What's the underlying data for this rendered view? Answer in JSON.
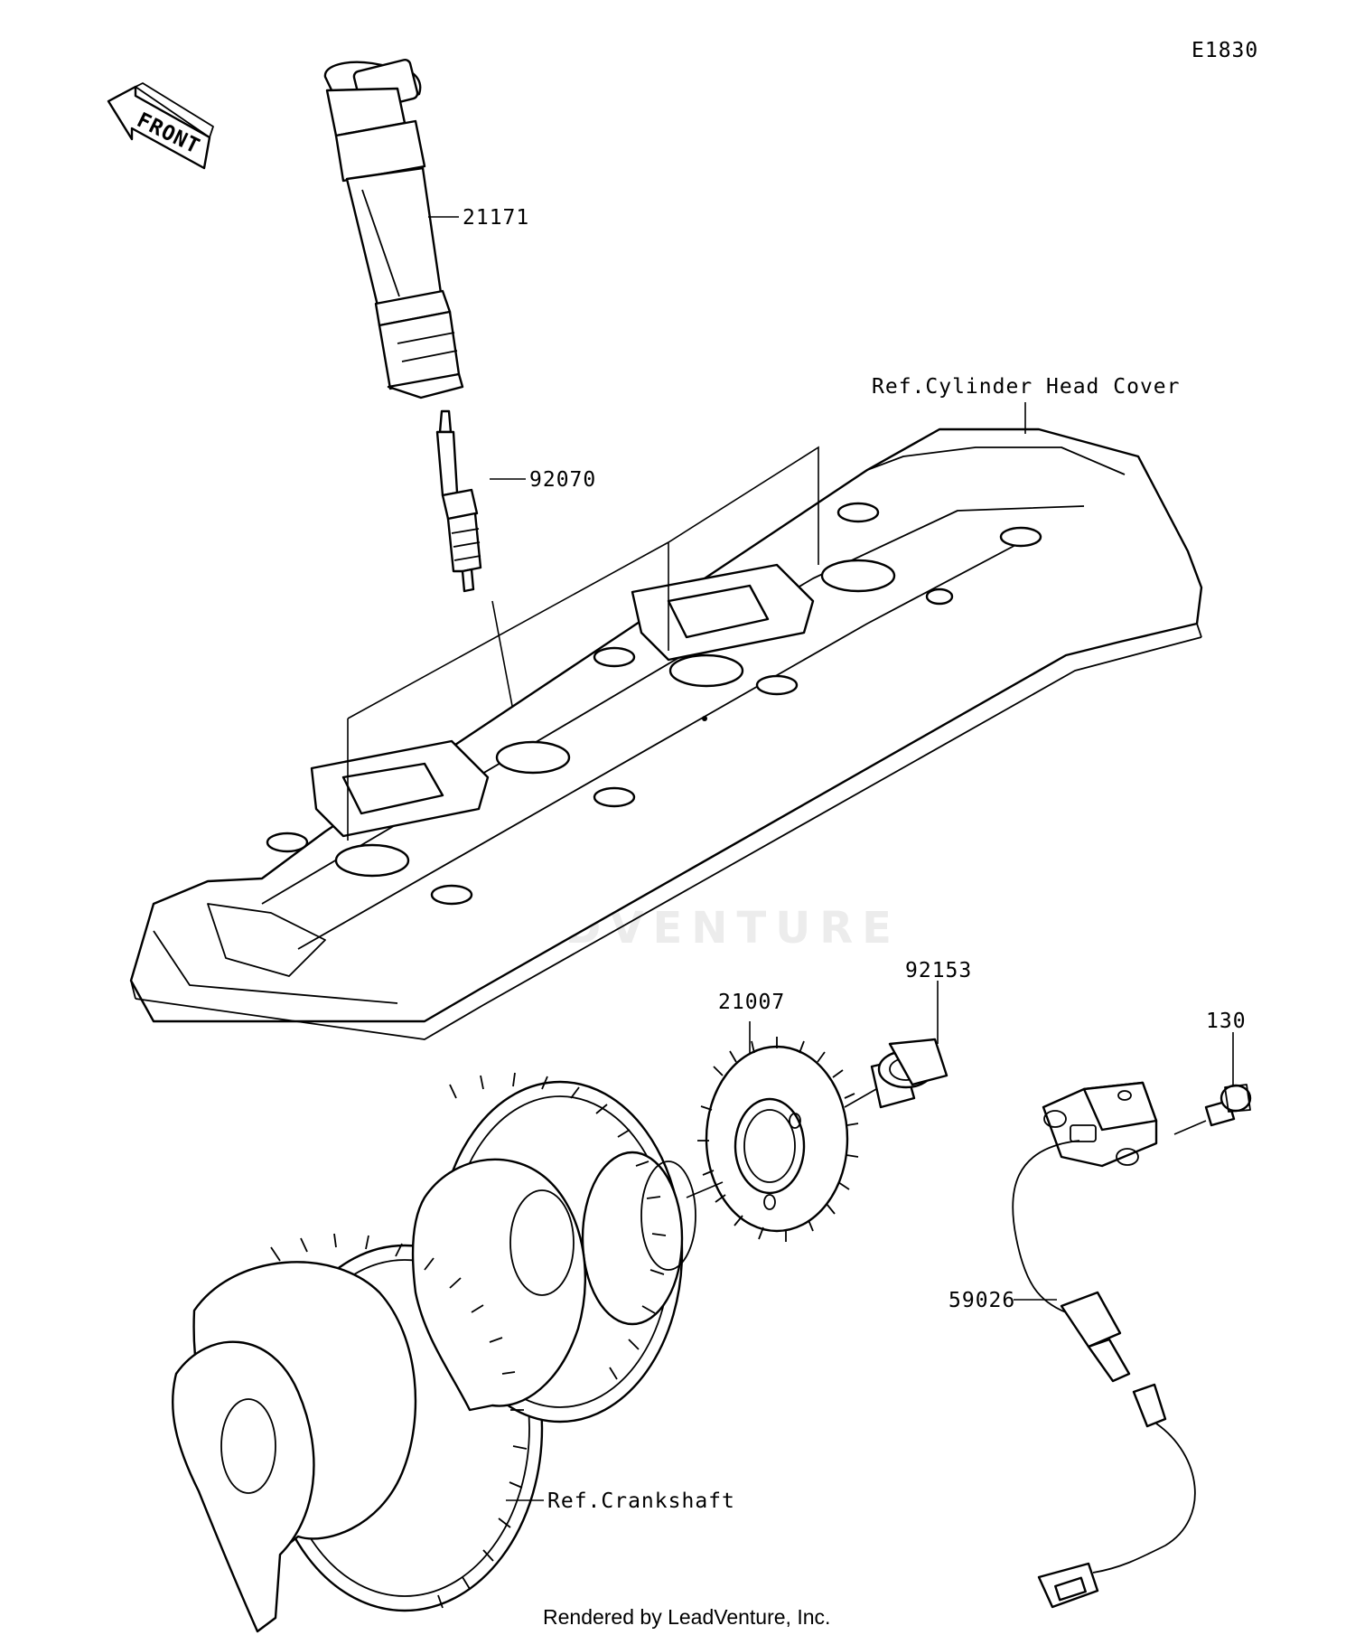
{
  "diagram_code": "E1830",
  "direction_arrow": {
    "label": "FRONT"
  },
  "parts": [
    {
      "number": "21171",
      "name": "ignition-coil"
    },
    {
      "number": "92070",
      "name": "spark-plug"
    },
    {
      "number": "21007",
      "name": "timing-rotor"
    },
    {
      "number": "92153",
      "name": "flange-bolt"
    },
    {
      "number": "130",
      "name": "bolt"
    },
    {
      "number": "59026",
      "name": "crankshaft-sensor"
    }
  ],
  "references": {
    "cylinder_head_cover": "Ref.Cylinder Head Cover",
    "crankshaft": "Ref.Crankshaft"
  },
  "watermark": "LEADVENTURE",
  "footer": "Rendered by LeadVenture, Inc."
}
